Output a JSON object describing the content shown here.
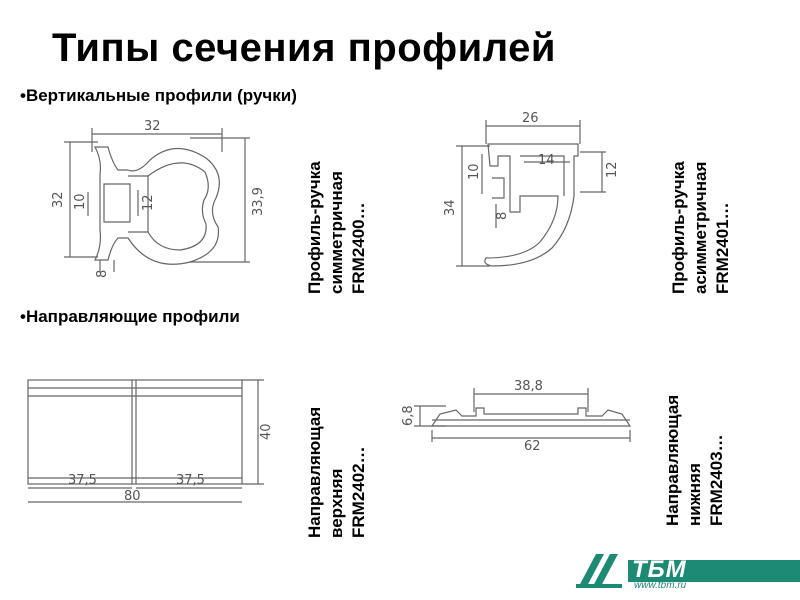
{
  "title": "Типы сечения профилей",
  "sections": {
    "vertical": "•Вертикальные профили (ручки)",
    "guides": "•Направляющие профили"
  },
  "profiles": [
    {
      "line1": "Профиль-ручка",
      "line2": "симметричная",
      "line3": "FRM2400…"
    },
    {
      "line1": "Профиль-ручка",
      "line2": "асимметричная",
      "line3": "FRM2401…"
    },
    {
      "line1": "Направляющая",
      "line2": "верхняя",
      "line3": "FRM2402…"
    },
    {
      "line1": "Направляющая",
      "line2": "нижняя",
      "line3": "FRM2403…"
    }
  ],
  "dims": {
    "p1": {
      "w": "32",
      "h": "32",
      "h2": "10",
      "h3": "12",
      "h4": "33,9",
      "b": "8"
    },
    "p2": {
      "w": "26",
      "w2": "14",
      "h": "34",
      "h2": "10",
      "h3": "12",
      "h4": "8"
    },
    "p3": {
      "h": "40",
      "w1": "37,5",
      "w2": "37,5",
      "w": "80"
    },
    "p4": {
      "w": "38,8",
      "h": "6,8",
      "w2": "62"
    }
  },
  "logo": {
    "text": "ТБМ",
    "url": "www.tbm.ru",
    "color": "#1d8a75"
  }
}
